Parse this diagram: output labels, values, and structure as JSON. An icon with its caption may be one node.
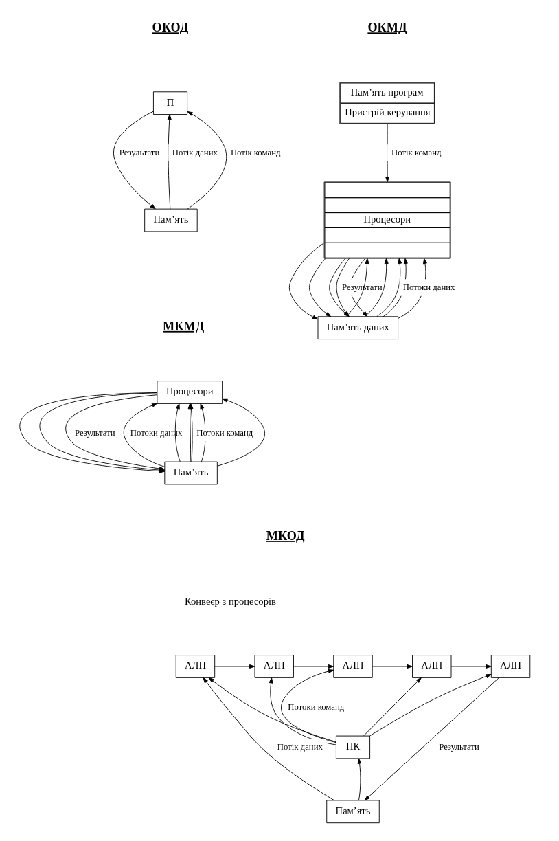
{
  "diagram": {
    "nodes": [
      {
        "text": [
          "П"
        ]
      },
      {
        "text": [
          "Пам’ять"
        ]
      },
      {
        "text": [
          "Пам’ять програм",
          "Пристрій керування"
        ]
      },
      {
        "text": [
          "Процесори"
        ]
      },
      {
        "text": [
          "Пам’ять даних"
        ]
      },
      {
        "text": [
          "Процесори"
        ]
      },
      {
        "text": [
          "Пам’ять"
        ]
      },
      {
        "text": [
          "АЛП"
        ]
      },
      {
        "text": [
          "АЛП"
        ]
      },
      {
        "text": [
          "АЛП"
        ]
      },
      {
        "text": [
          "АЛП"
        ]
      },
      {
        "text": [
          "АЛП"
        ]
      },
      {
        "text": [
          "ПК"
        ]
      },
      {
        "text": [
          "Пам’ять"
        ]
      }
    ],
    "edges": [
      {
        "from": 1,
        "to": 0,
        "arrow": "to",
        "label": "Потік даних"
      },
      {
        "from": 1,
        "to": 0,
        "arrow": "to",
        "label": "Потік команд"
      },
      {
        "from": 0,
        "to": 1,
        "arrow": "to",
        "label": "Результати"
      },
      {
        "from": 2,
        "to": 3,
        "arrow": "to",
        "label": "Потік команд"
      },
      {
        "from": 4,
        "to": 3,
        "arrow": "to"
      },
      {
        "from": 4,
        "to": 3,
        "arrow": "to"
      },
      {
        "from": 4,
        "to": 3,
        "arrow": "to"
      },
      {
        "from": 4,
        "to": 3,
        "arrow": "to"
      },
      {
        "from": 4,
        "to": 3,
        "arrow": "to",
        "label": "Потоки даних"
      },
      {
        "from": 3,
        "to": 4,
        "arrow": "to"
      },
      {
        "from": 3,
        "to": 4,
        "arrow": "to"
      },
      {
        "from": 3,
        "to": 4,
        "arrow": "to"
      },
      {
        "from": 3,
        "to": 4,
        "arrow": "to"
      },
      {
        "from": 3,
        "to": 4,
        "arrow": "to",
        "label": "Результати"
      },
      {
        "from": 6,
        "to": 5,
        "arrow": "to",
        "label": "Потоки даних"
      },
      {
        "from": 6,
        "to": 5,
        "arrow": "to"
      },
      {
        "from": 6,
        "to": 5,
        "arrow": "to"
      },
      {
        "from": 6,
        "to": 5,
        "arrow": "to"
      },
      {
        "from": 6,
        "to": 5,
        "arrow": "to",
        "label": "Потоки команд"
      },
      {
        "from": 6,
        "to": 5,
        "arrow": "to"
      },
      {
        "from": 5,
        "to": 6,
        "arrow": "to"
      },
      {
        "from": 5,
        "to": 6,
        "arrow": "to"
      },
      {
        "from": 5,
        "to": 6,
        "arrow": "to",
        "label": "Результати"
      },
      {
        "from": 7,
        "to": 8,
        "arrow": "to"
      },
      {
        "from": 8,
        "to": 9,
        "arrow": "to"
      },
      {
        "from": 9,
        "to": 10,
        "arrow": "to"
      },
      {
        "from": 10,
        "to": 11,
        "arrow": "to"
      },
      {
        "from": 12,
        "to": 7,
        "arrow": "to"
      },
      {
        "from": 12,
        "to": 8,
        "arrow": "to"
      },
      {
        "from": 12,
        "to": 9,
        "arrow": "to",
        "label": "Потоки команд"
      },
      {
        "from": 12,
        "to": 10,
        "arrow": "to"
      },
      {
        "from": 12,
        "to": 11,
        "arrow": "to"
      },
      {
        "from": 13,
        "to": 7,
        "arrow": "to",
        "label": "Потік даних"
      },
      {
        "from": 11,
        "to": 13,
        "arrow": "to",
        "label": "Результати"
      },
      {
        "from": 13,
        "to": 12,
        "arrow": "to"
      }
    ],
    "labels": [
      "ОКОД",
      "ОКМД",
      "МКМД",
      "МКОД",
      "Конвеєр з процесорів"
    ]
  }
}
